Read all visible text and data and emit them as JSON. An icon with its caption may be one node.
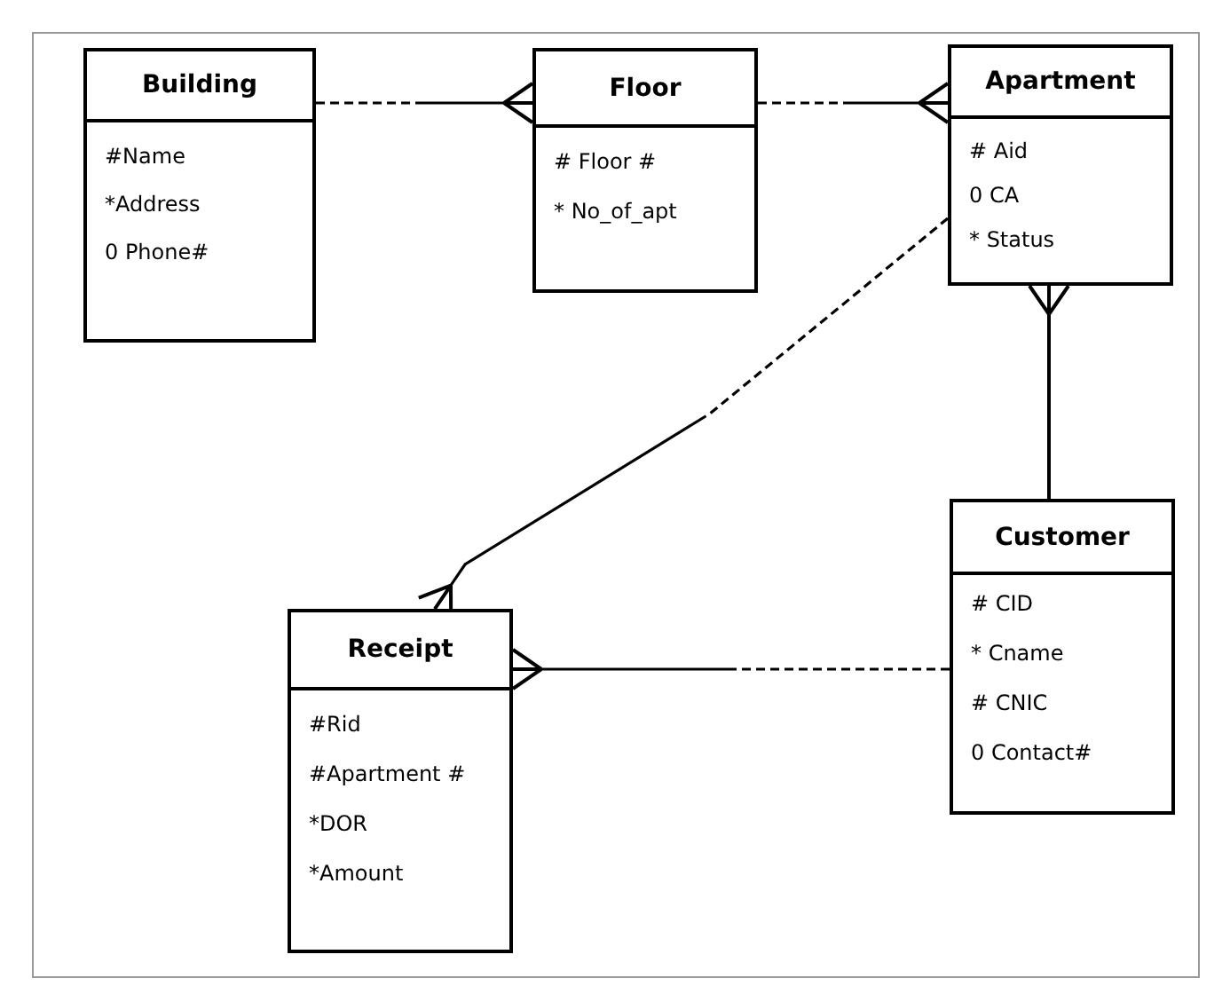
{
  "diagram": {
    "nodes": [
      {
        "text": [
          "Building",
          "#Name",
          "*Address",
          "0 Phone#"
        ]
      },
      {
        "text": [
          "Floor",
          "# Floor #",
          "* No_of_apt"
        ]
      },
      {
        "text": [
          "Apartment",
          "# Aid",
          "0 CA",
          "* Status"
        ]
      },
      {
        "text": [
          "Customer",
          "# CID",
          "* Cname",
          "# CNIC",
          "0 Contact#"
        ]
      },
      {
        "text": [
          "Receipt",
          "#Rid",
          "#Apartment #",
          "*DOR",
          "*Amount"
        ]
      }
    ],
    "edges": [
      {
        "from": 0,
        "to": 1,
        "arrow": "other",
        "style": "dashed"
      },
      {
        "from": 1,
        "to": 2,
        "arrow": "other",
        "style": "dashed"
      },
      {
        "from": 2,
        "to": 4,
        "arrow": "other",
        "style": "dashed"
      },
      {
        "from": 3,
        "to": 4,
        "arrow": "other",
        "style": "dashed"
      },
      {
        "from": 3,
        "to": 2,
        "arrow": "other"
      }
    ]
  }
}
